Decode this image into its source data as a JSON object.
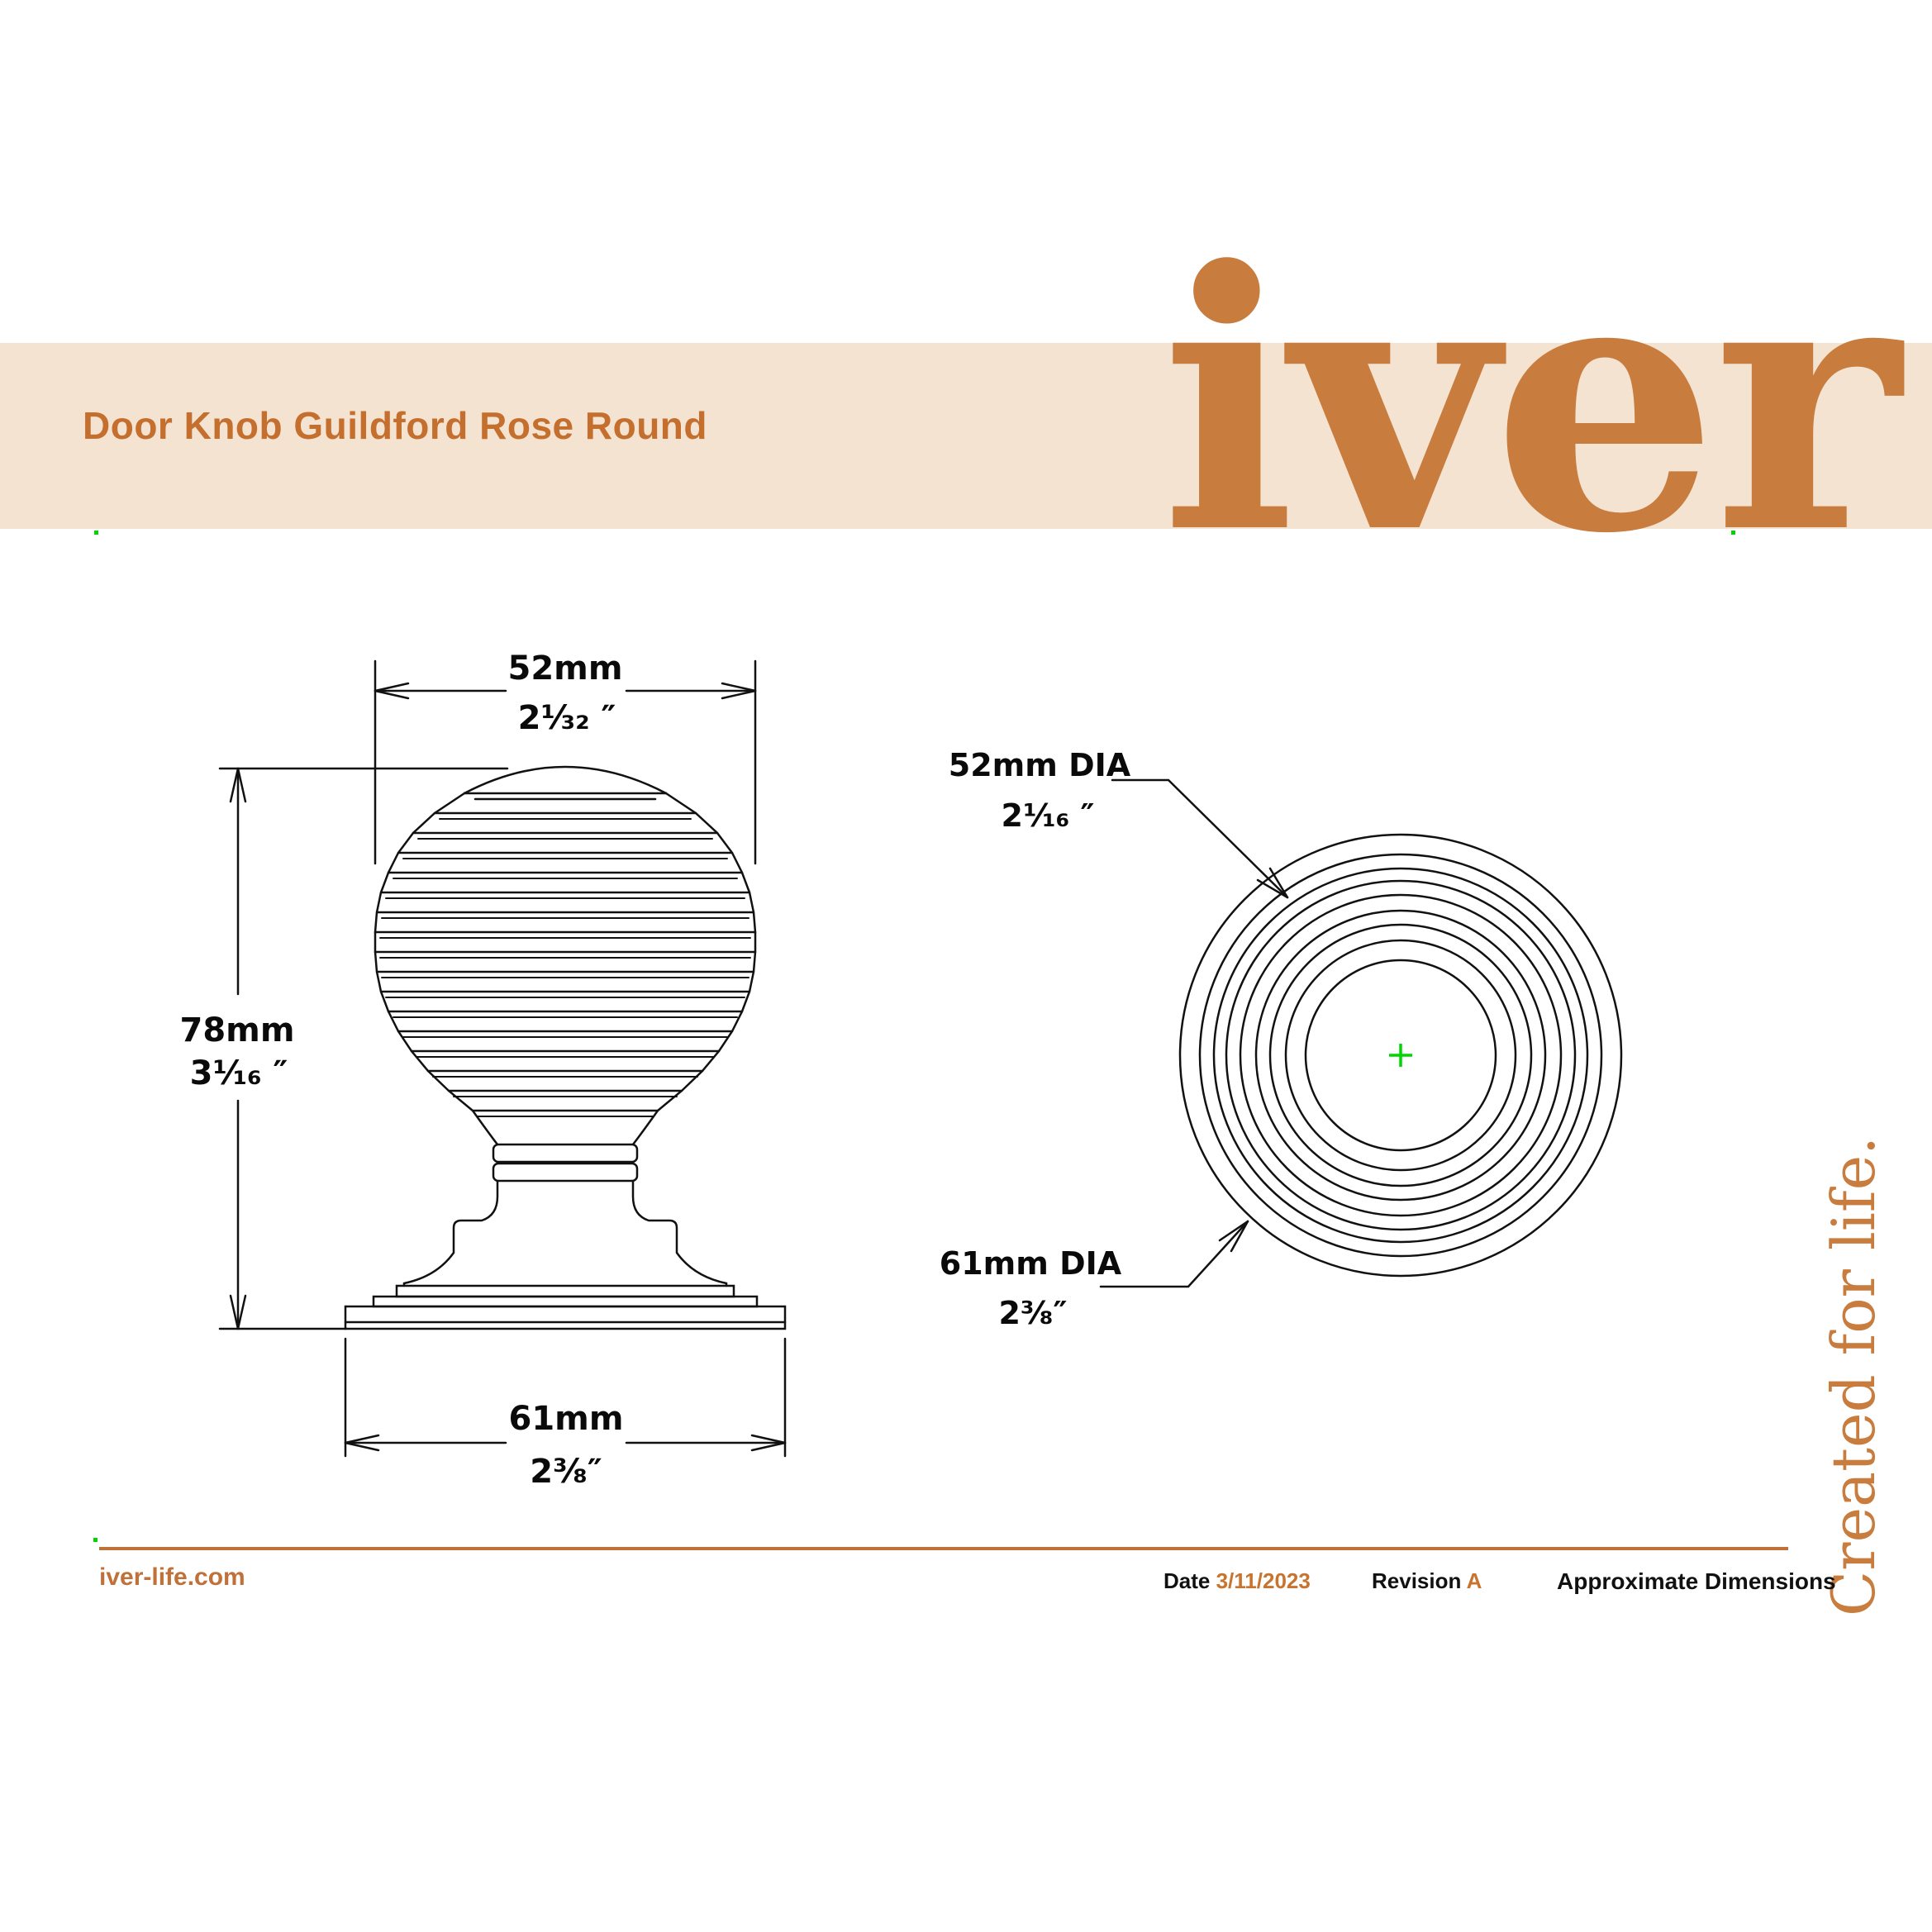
{
  "banner": {
    "title": "Door Knob Guildford Rose Round",
    "logo_text": "iver",
    "background_color": "#F4E3D0",
    "title_color": "#C56F2E",
    "logo_color": "#C87C3E"
  },
  "tagline": "Created for life.",
  "side_view": {
    "width_dim": {
      "mm": "52mm",
      "inch": "2¹⁄₃₂ ″"
    },
    "height_dim": {
      "mm": "78mm",
      "inch": "3¹⁄₁₆ ″"
    },
    "base_dim": {
      "mm": "61mm",
      "inch": "2³⁄₈″"
    }
  },
  "front_view": {
    "knob_dia": {
      "mm": "52mm DIA",
      "inch": "2¹⁄₁₆ ″"
    },
    "rose_dia": {
      "mm": "61mm DIA",
      "inch": "2³⁄₈″"
    },
    "center_mark_color": "#00D500",
    "ring_count": 9
  },
  "footer": {
    "website": "iver-life.com",
    "date_label": "Date",
    "date_value": "3/11/2023",
    "revision_label": "Revision",
    "revision_value": "A",
    "note": "Approximate Dimensions"
  },
  "colors": {
    "accent_orange": "#C0713A",
    "line_black": "#111111",
    "registration_green": "#00D500"
  }
}
